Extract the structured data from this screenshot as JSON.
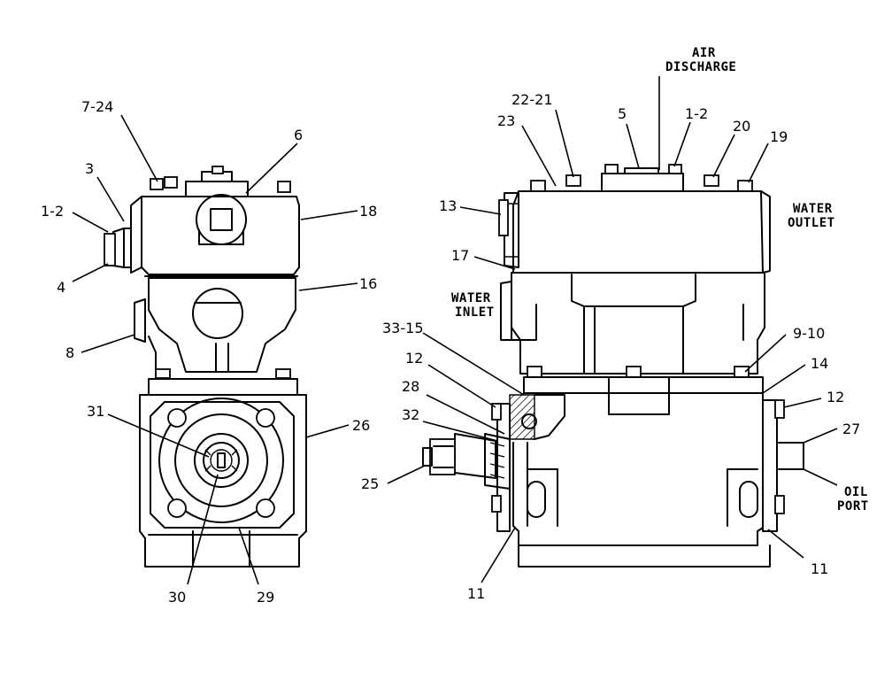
{
  "callouts": {
    "c_7_24": "7-24",
    "c_3": "3",
    "c_1_2_left": "1-2",
    "c_4": "4",
    "c_6": "6",
    "c_18": "18",
    "c_16": "16",
    "c_8": "8",
    "c_31": "31",
    "c_26": "26",
    "c_30": "30",
    "c_29": "29",
    "c_22_21": "22-21",
    "c_23": "23",
    "c_5": "5",
    "c_1_2_right": "1-2",
    "c_20": "20",
    "c_19": "19",
    "c_13": "13",
    "c_17": "17",
    "c_33_15": "33-15",
    "c_9_10": "9-10",
    "c_14": "14",
    "c_12_left": "12",
    "c_12_right": "12",
    "c_28": "28",
    "c_32": "32",
    "c_27": "27",
    "c_25": "25",
    "c_11_left": "11",
    "c_11_right": "11"
  },
  "notes": {
    "air_1": "AIR",
    "air_2": "DISCHARGE",
    "water_outlet_1": "WATER",
    "water_outlet_2": "OUTLET",
    "water_inlet_1": "WATER",
    "water_inlet_2": "INLET",
    "oil_port_1": "OIL",
    "oil_port_2": "PORT"
  }
}
